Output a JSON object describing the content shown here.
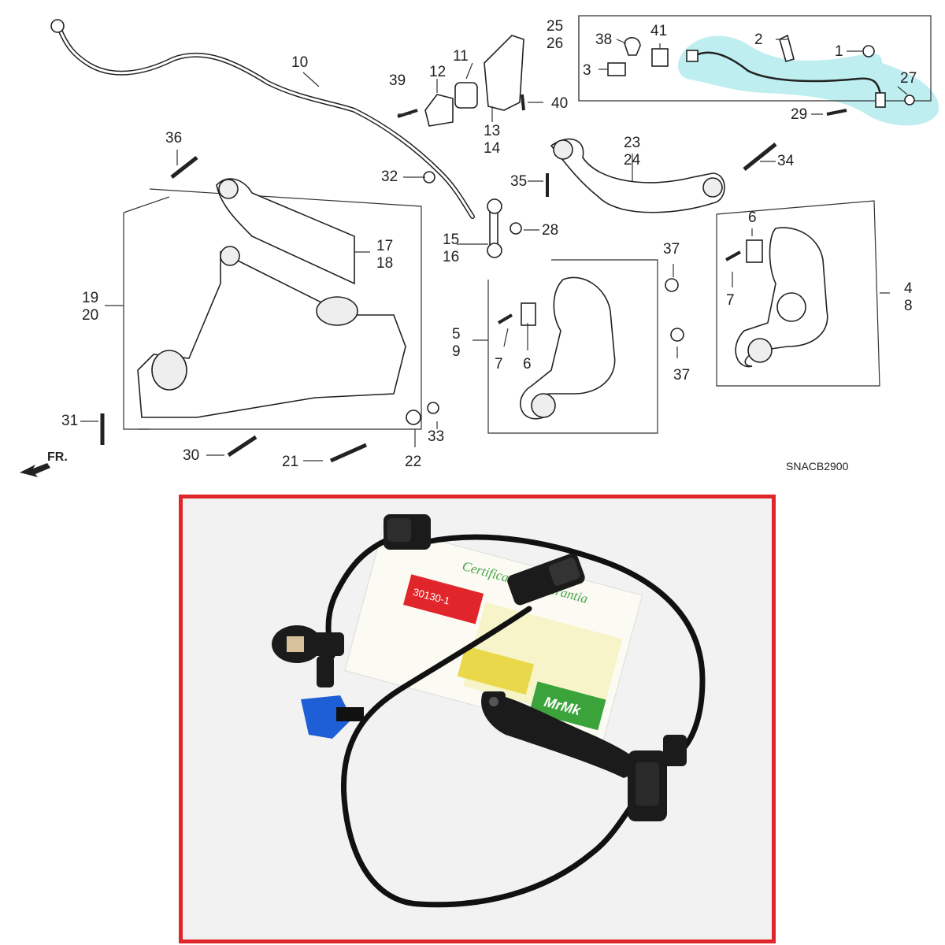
{
  "diagram": {
    "callouts": [
      {
        "id": "c1",
        "text": "1"
      },
      {
        "id": "c2",
        "text": "2"
      },
      {
        "id": "c3",
        "text": "3"
      },
      {
        "id": "c4",
        "text": "4"
      },
      {
        "id": "c8",
        "text": "8"
      },
      {
        "id": "c5",
        "text": "5"
      },
      {
        "id": "c9",
        "text": "9"
      },
      {
        "id": "c6a",
        "text": "6"
      },
      {
        "id": "c6b",
        "text": "6"
      },
      {
        "id": "c7a",
        "text": "7"
      },
      {
        "id": "c7b",
        "text": "7"
      },
      {
        "id": "c10",
        "text": "10"
      },
      {
        "id": "c11",
        "text": "11"
      },
      {
        "id": "c12",
        "text": "12"
      },
      {
        "id": "c13",
        "text": "13"
      },
      {
        "id": "c14",
        "text": "14"
      },
      {
        "id": "c15",
        "text": "15"
      },
      {
        "id": "c16",
        "text": "16"
      },
      {
        "id": "c17",
        "text": "17"
      },
      {
        "id": "c18",
        "text": "18"
      },
      {
        "id": "c19",
        "text": "19"
      },
      {
        "id": "c20",
        "text": "20"
      },
      {
        "id": "c21",
        "text": "21"
      },
      {
        "id": "c22",
        "text": "22"
      },
      {
        "id": "c23",
        "text": "23"
      },
      {
        "id": "c24",
        "text": "24"
      },
      {
        "id": "c25",
        "text": "25"
      },
      {
        "id": "c26",
        "text": "26"
      },
      {
        "id": "c27",
        "text": "27"
      },
      {
        "id": "c28",
        "text": "28"
      },
      {
        "id": "c29",
        "text": "29"
      },
      {
        "id": "c30",
        "text": "30"
      },
      {
        "id": "c31",
        "text": "31"
      },
      {
        "id": "c32",
        "text": "32"
      },
      {
        "id": "c33",
        "text": "33"
      },
      {
        "id": "c34",
        "text": "34"
      },
      {
        "id": "c35",
        "text": "35"
      },
      {
        "id": "c36",
        "text": "36"
      },
      {
        "id": "c37a",
        "text": "37"
      },
      {
        "id": "c37b",
        "text": "37"
      },
      {
        "id": "c38",
        "text": "38"
      },
      {
        "id": "c39",
        "text": "39"
      },
      {
        "id": "c40",
        "text": "40"
      },
      {
        "id": "c41",
        "text": "41"
      }
    ],
    "front_arrow_label": "FR.",
    "diagram_code": "SNACB2900",
    "highlight_color": "#bfeef0"
  },
  "photo": {
    "border_color": "#e0262b",
    "card_title": "Certificado de Garantia",
    "card_part_number": "30130-1",
    "card_brand": "MrMk",
    "card_brand_color": "#3aa33a"
  }
}
